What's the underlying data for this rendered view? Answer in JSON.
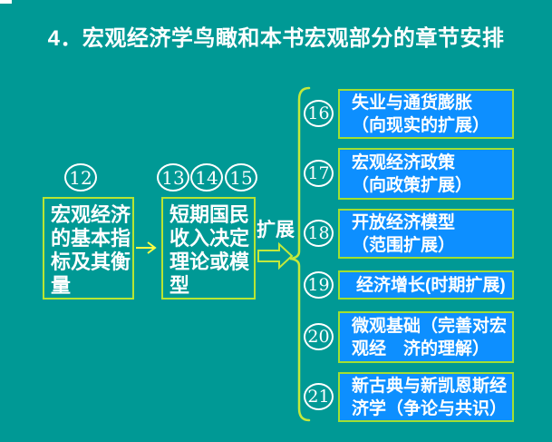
{
  "slide": {
    "title": "4．宏观经济学鸟瞰和本书宏观部分的章节安排"
  },
  "colors": {
    "background": "#009995",
    "chapter_box_fill": "#0d8fff",
    "box_border": "#a2df31",
    "brace_and_block_arrow": "#c3e93c",
    "small_arrow": "#ffff44",
    "text": "#ffffff"
  },
  "flow": {
    "node1": {
      "number": "12",
      "lines": [
        "宏观经济",
        "的基本指",
        "标及其衡",
        "量"
      ]
    },
    "node2": {
      "numbers": [
        "13",
        "14",
        "15"
      ],
      "lines": [
        "短期国民",
        "收入决定",
        "理论或模",
        "型"
      ]
    },
    "arrow_label": "扩展"
  },
  "chapters": [
    {
      "number": "16",
      "lines": [
        "失业与通货膨胀",
        "（向现实的扩展）"
      ]
    },
    {
      "number": "17",
      "lines": [
        "宏观经济政策",
        "（向政策扩展）"
      ]
    },
    {
      "number": "18",
      "lines": [
        "开放经济模型",
        "（范围扩展）"
      ]
    },
    {
      "number": "19",
      "lines": [
        "经济增长(时期扩展)"
      ]
    },
    {
      "number": "20",
      "lines": [
        "微观基础（完善对宏",
        "观经　济的理解）"
      ]
    },
    {
      "number": "21",
      "lines": [
        "新古典与新凯恩斯经",
        "济学（争论与共识）"
      ]
    }
  ]
}
